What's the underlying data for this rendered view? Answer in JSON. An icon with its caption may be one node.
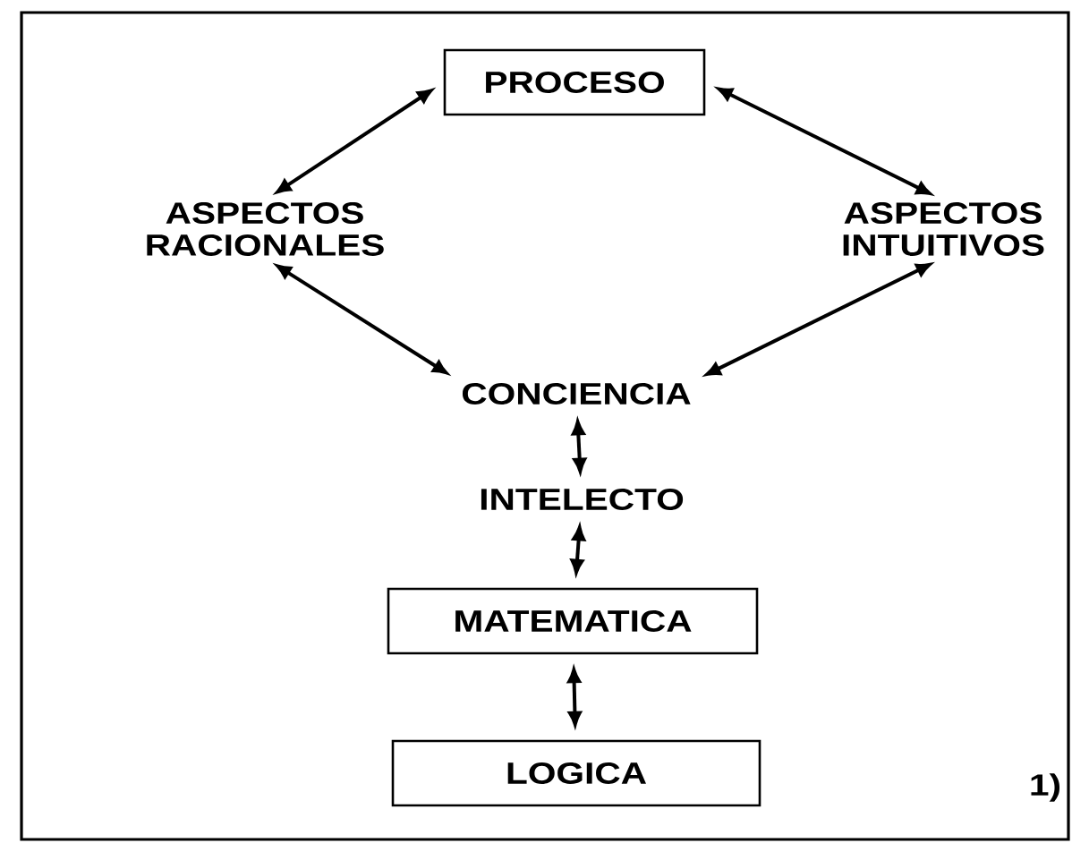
{
  "diagram": {
    "nodes": [
      {
        "text": [
          "PROCESO"
        ]
      },
      {
        "text": [
          "ASPECTOS RACIONALES"
        ]
      },
      {
        "text": [
          "ASPECTOS INTUITIVOS"
        ]
      },
      {
        "text": [
          "CONCIENCIA"
        ]
      },
      {
        "text": [
          "INTELECTO"
        ]
      },
      {
        "text": [
          "MATEMATICA"
        ]
      },
      {
        "text": [
          "LOGICA"
        ]
      }
    ],
    "edges": [
      {
        "from": 0,
        "to": 1,
        "arrow": "both"
      },
      {
        "from": 0,
        "to": 2,
        "arrow": "both"
      },
      {
        "from": 1,
        "to": 3,
        "arrow": "both"
      },
      {
        "from": 2,
        "to": 3,
        "arrow": "both"
      },
      {
        "from": 3,
        "to": 4,
        "arrow": "both"
      },
      {
        "from": 4,
        "to": 5,
        "arrow": "both"
      },
      {
        "from": 5,
        "to": 6,
        "arrow": "both"
      }
    ],
    "labels": [
      "1)"
    ]
  }
}
